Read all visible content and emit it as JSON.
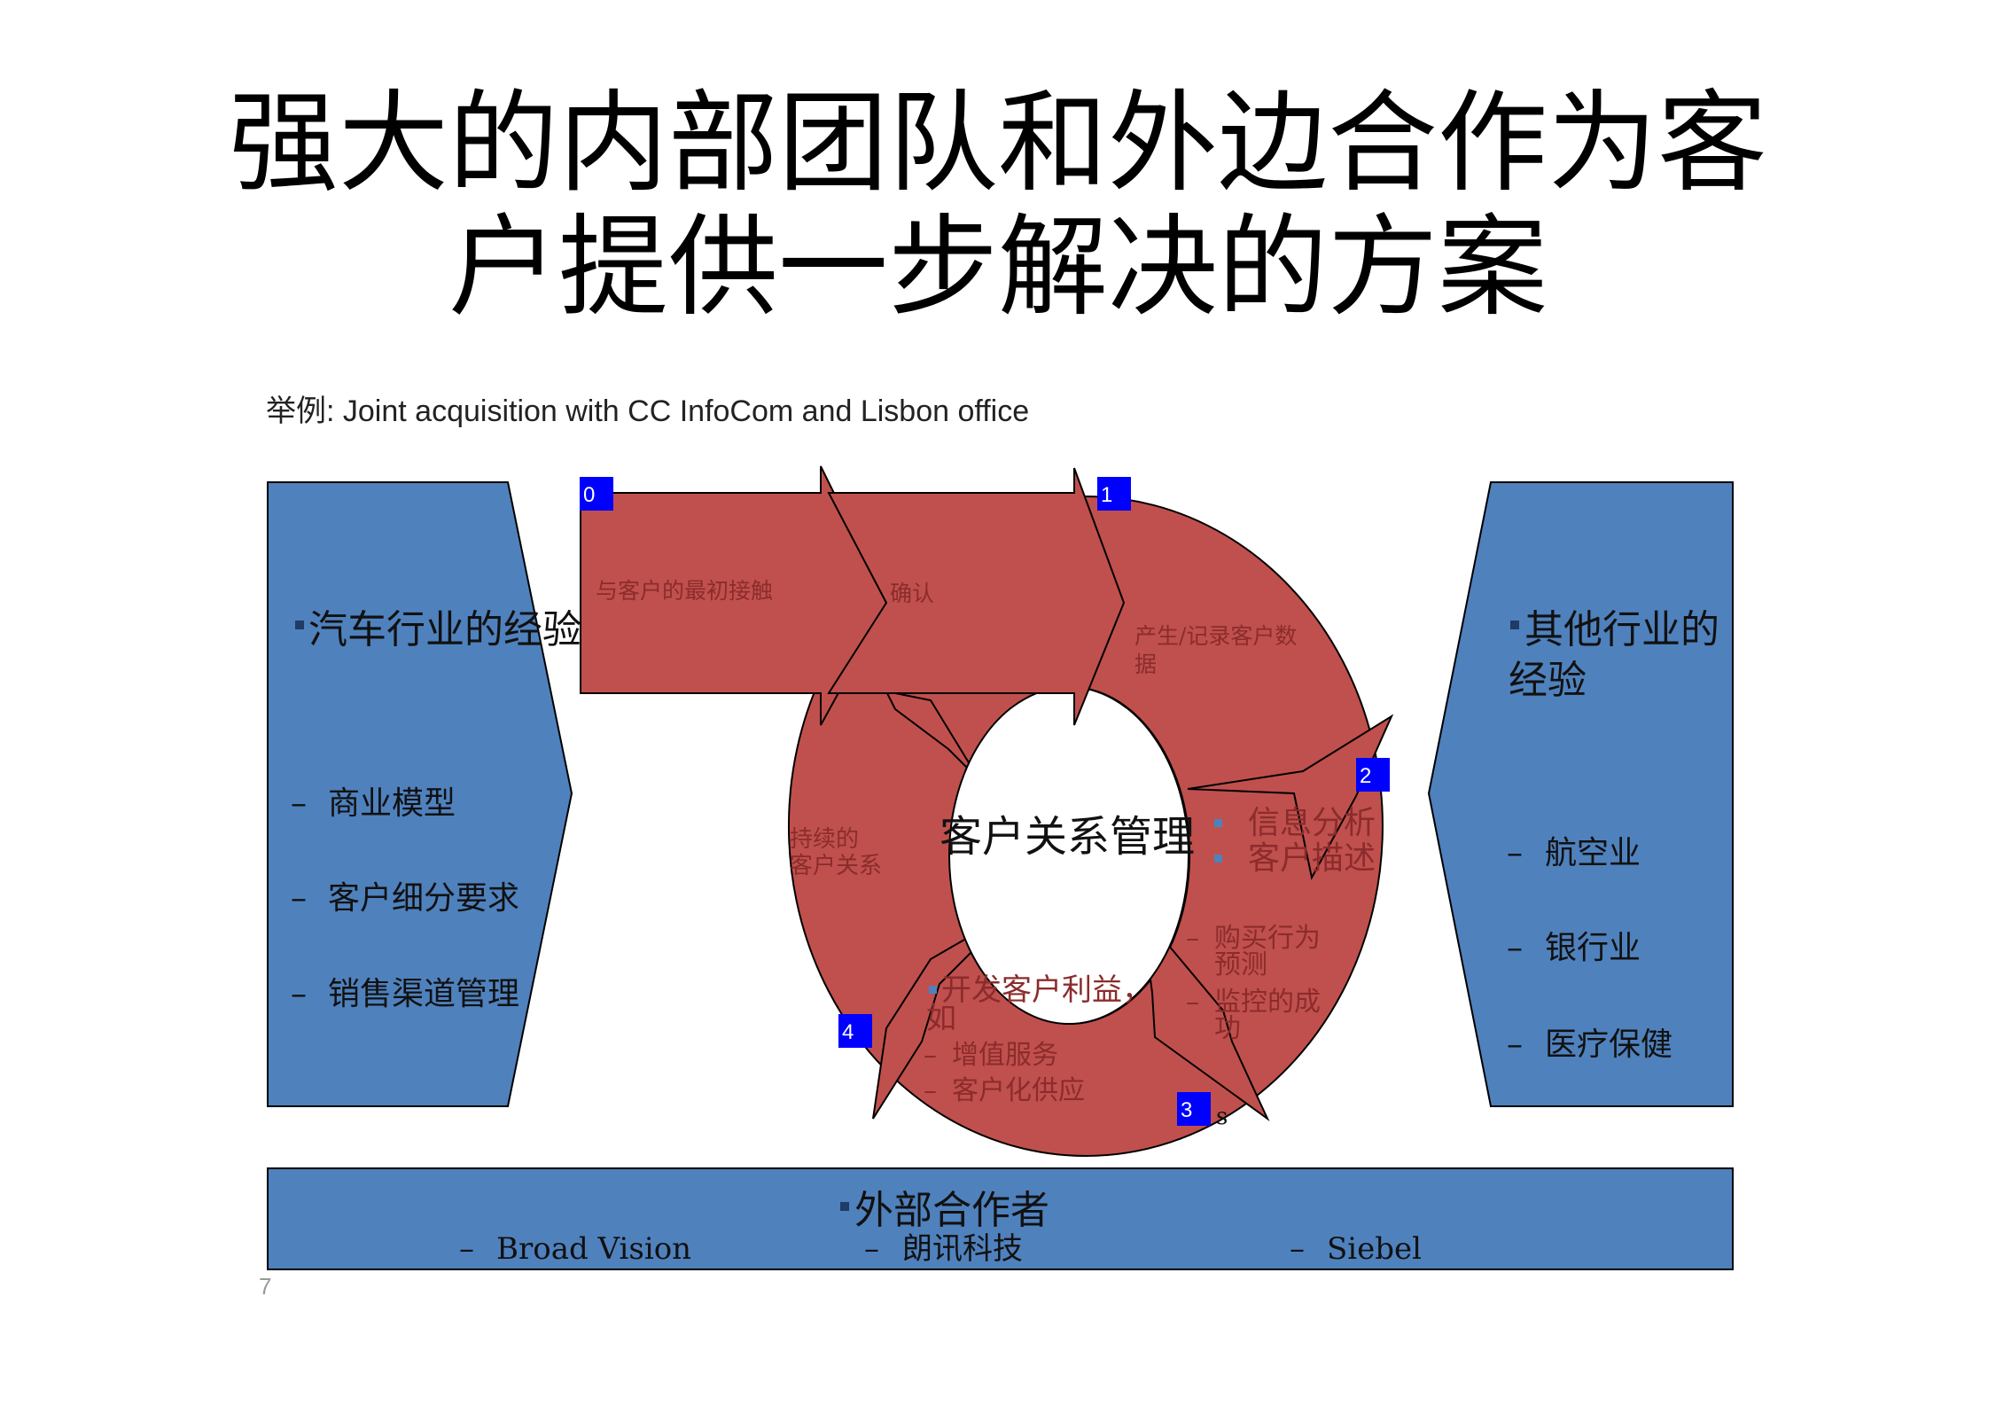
{
  "title": {
    "line1": "强大的内部团队和外边合作为客",
    "line2": "户提供一步解决的方案"
  },
  "subtitle": "举例: Joint acquisition with CC InfoCom and Lisbon office",
  "slide_number": "7",
  "left_panel": {
    "heading": "汽车行业的经验",
    "items": [
      "商业模型",
      "客户细分要求",
      "销售渠道管理"
    ]
  },
  "right_panel": {
    "heading_line1": "其他行业的",
    "heading_line2": "经验",
    "items": [
      "航空业",
      "银行业",
      "医疗保健"
    ]
  },
  "bottom_panel": {
    "heading": "外部合作者",
    "items": [
      "Broad Vision",
      "朗讯科技",
      "Siebel"
    ]
  },
  "cycle": {
    "center_label": "客户关系管理",
    "markers": [
      "0",
      "1",
      "2",
      "3",
      "4"
    ],
    "step_initial_contact": "与客户的最初接触",
    "step_confirm": "确认",
    "step_record_line1": "产生/记录客户数",
    "step_record_line2": "据",
    "step_analysis_items": [
      "信息分析",
      "客户描述"
    ],
    "step_predict_line1": "购买行为",
    "step_predict_line2": "预测",
    "step_monitor_line1": "监控的成",
    "step_monitor_line2": "功",
    "step_develop_line1": "开发客户利益，",
    "step_develop_line2": "如",
    "step_develop_items": [
      "增值服务",
      "客户化供应"
    ],
    "step_sustain_line1": "持续的",
    "step_sustain_line2": "客户关系",
    "cut_text": "s"
  },
  "colors": {
    "panel_blue": "#4f81bd",
    "arrow_red": "#c0504d",
    "marker_blue": "#0000ff",
    "text_red": "#8b2c2c"
  }
}
